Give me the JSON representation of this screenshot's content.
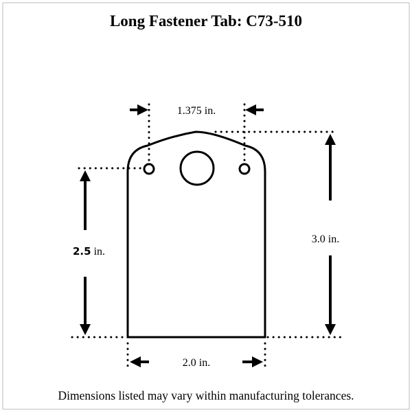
{
  "title": "Long Fastener Tab: C73-510",
  "footer": "Dimensions listed may vary within manufacturing tolerances.",
  "dimensions": {
    "hole_spacing": "1.375 in.",
    "hole_height_value": "2.5",
    "hole_height_unit": " in.",
    "total_height": "3.0 in.",
    "width": "2.0 in."
  }
}
